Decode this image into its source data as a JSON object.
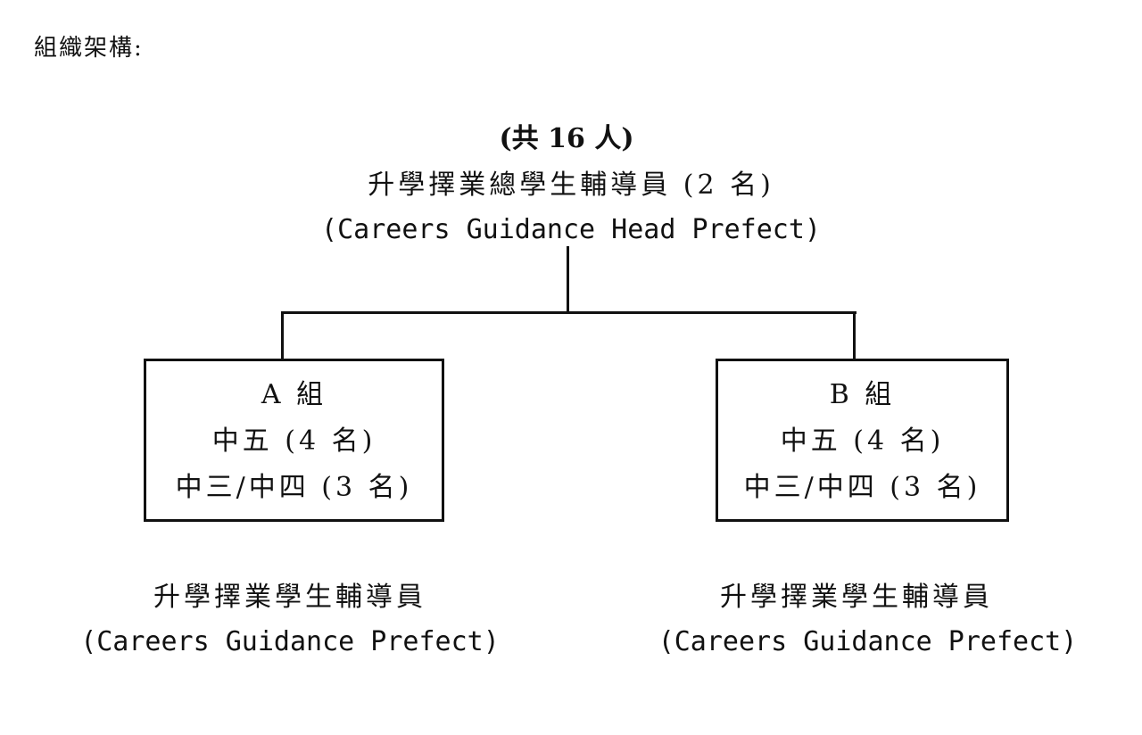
{
  "heading": "組織架構:",
  "top": {
    "total": "(共 16 人)",
    "title_zh": "升學擇業總學生輔導員 (2 名)",
    "title_en": "(Careers Guidance Head Prefect)"
  },
  "groups": [
    {
      "name": "A 組",
      "line1": "中五 (4 名)",
      "line2": "中三/中四 (3 名)",
      "role_zh": "升學擇業學生輔導員",
      "role_en": "(Careers Guidance Prefect)"
    },
    {
      "name": "B 組",
      "line1": "中五 (4 名)",
      "line2": "中三/中四 (3 名)",
      "role_zh": "升學擇業學生輔導員",
      "role_en": "(Careers Guidance Prefect)"
    }
  ]
}
